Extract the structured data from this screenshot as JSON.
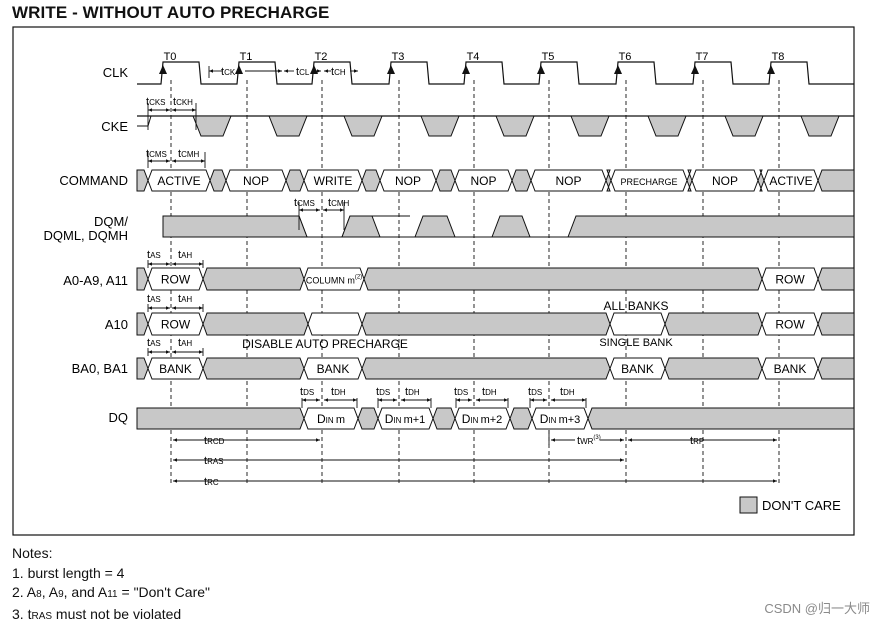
{
  "title": "WRITE - WITHOUT AUTO PRECHARGE",
  "clock_labels": [
    "T0",
    "T1",
    "T2",
    "T3",
    "T4",
    "T5",
    "T6",
    "T7",
    "T8"
  ],
  "signals": {
    "clk": "CLK",
    "cke": "CKE",
    "command": "COMMAND",
    "dqm_1": "DQM/",
    "dqm_2": "DQML, DQMH",
    "addr": "A0-A9, A11",
    "a10": "A10",
    "ba": "BA0, BA1",
    "dq": "DQ"
  },
  "commands": [
    "ACTIVE",
    "NOP",
    "WRITE",
    "NOP",
    "NOP",
    "NOP",
    "PRECHARGE",
    "NOP",
    "ACTIVE"
  ],
  "address": {
    "row": "ROW",
    "column": "COLUMN m",
    "column_ref": "(2)"
  },
  "a10": {
    "row": "ROW",
    "all_banks": "ALL BANKS",
    "single_bank": "SINGLE BANK"
  },
  "ba": {
    "bank": "BANK",
    "disable_note": "DISABLE AUTO PRECHARGE"
  },
  "dq": {
    "prefix": "D",
    "sub": "IN",
    "items": [
      "m",
      "m+1",
      "m+2",
      "m+3"
    ]
  },
  "timing": {
    "t": "t",
    "ck": "CK",
    "cl": "CL",
    "ch": "CH",
    "cks": "CKS",
    "ckh": "CKH",
    "cms": "CMS",
    "cmh": "CMH",
    "as": "AS",
    "ah": "AH",
    "ds": "DS",
    "dh": "DH",
    "rcd": "RCD",
    "ras": "RAS",
    "rc": "RC",
    "wr": "WR",
    "wr_ref": "(3)",
    "rp": "RP"
  },
  "legend": {
    "dont_care": "DON'T CARE"
  },
  "notes": {
    "heading": "Notes:",
    "n1": "1. burst length = 4",
    "n2_a": "2. A",
    "n2_b": "8",
    "n2_c": ", A",
    "n2_d": "9",
    "n2_e": ", and A",
    "n2_f": "11",
    "n2_g": " = \"Don't Care\"",
    "n3_a": "3. t",
    "n3_b": "RAS",
    "n3_c": " must not be violated"
  },
  "watermark": "CSDN @归一大师",
  "colors": {
    "dont_care_fill": "#c8c8c8",
    "line": "#111111"
  }
}
